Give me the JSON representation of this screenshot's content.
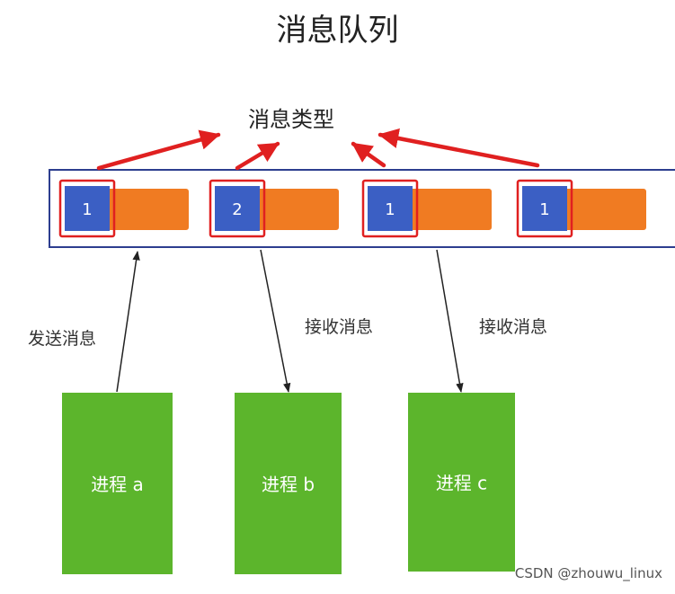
{
  "title": "消息队列",
  "queue": {
    "type_label": "消息类型",
    "messages": [
      {
        "type": "1",
        "highlighted": true
      },
      {
        "type": "2",
        "highlighted": true
      },
      {
        "type": "1",
        "highlighted": true
      },
      {
        "type": "1",
        "highlighted": true
      }
    ]
  },
  "processes": [
    {
      "label": "进程 a",
      "action": "发送消息",
      "direction": "send",
      "message_index": 0
    },
    {
      "label": "进程 b",
      "action": "接收消息",
      "direction": "receive",
      "message_index": 1
    },
    {
      "label": "进程 c",
      "action": "接收消息",
      "direction": "receive",
      "message_index": 2
    }
  ],
  "colors": {
    "type_box": "#3b5fc4",
    "body_box": "#f07b22",
    "highlight": "#e02020",
    "process": "#5cb52c",
    "arrow": "#e02020"
  },
  "watermark": "CSDN @zhouwu_linux"
}
